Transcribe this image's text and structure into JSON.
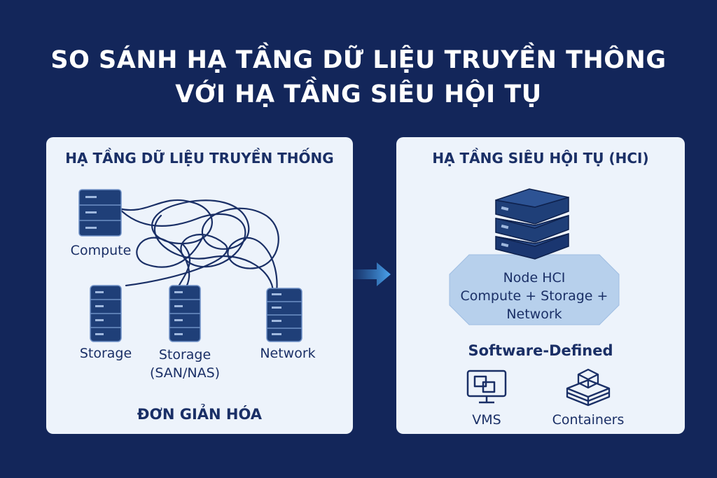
{
  "title": {
    "line1": "SO SÁNH HẠ TẦNG DỮ LIỆU TRUYỀN THÔNG",
    "line2": "VỚI HẠ TẦNG SIÊU HỘI TỤ"
  },
  "left_panel": {
    "heading": "HẠ TẦNG DỮ LIỆU TRUYỀN THỐNG",
    "compute_label": "Compute",
    "storage_label": "Storage",
    "storage_san_label_line1": "Storage",
    "storage_san_label_line2": "(SAN/NAS)",
    "network_label": "Network",
    "footer": "ĐƠN GIẢN HÓA"
  },
  "right_panel": {
    "heading": "HẠ TẦNG SIÊU HỘI TỤ (HCI)",
    "node_line1": "Node HCI",
    "node_line2": "Compute + Storage +",
    "node_line3": "Network",
    "software_defined": "Software-Defined",
    "vms_label": "VMS",
    "containers_label": "Containers"
  },
  "colors": {
    "background": "#13265a",
    "panel": "#edf3fb",
    "server_fill": "#1f3f78",
    "text_dark": "#1a2f66",
    "arrow": "#3d8fd9",
    "node_box": "#b7d0ec"
  },
  "icons": [
    "server-icon",
    "storage-rack-icon",
    "network-rack-icon",
    "hci-node-stack-icon",
    "monitor-vm-icon",
    "container-boxes-icon",
    "arrow-right-icon"
  ]
}
